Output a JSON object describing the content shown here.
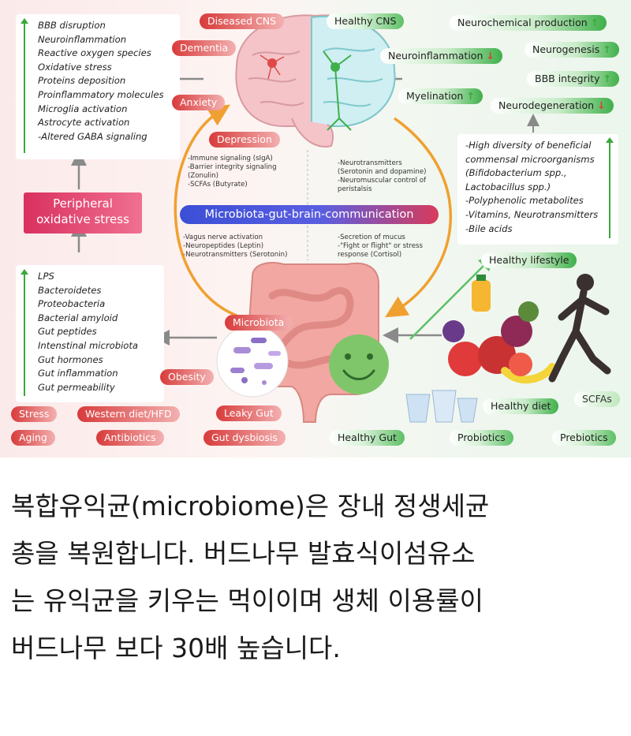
{
  "diagram": {
    "left_top_list": [
      "BBB disruption",
      "Neuroinflammation",
      "Reactive oxygen species",
      "Oxidative stress",
      "Proteins deposition",
      "Proinflammatory molecules",
      "Microglia activation",
      "Astrocyte activation",
      "-Altered GABA signaling"
    ],
    "peripheral_box": [
      "Peripheral",
      "oxidative stress"
    ],
    "left_bottom_list": [
      "LPS",
      "Bacteroidetes",
      "Proteobacteria",
      "Bacterial amyloid",
      "Gut peptides",
      "Intenstinal microbiota",
      "Gut hormones",
      "Gut inflammation",
      "Gut permeability"
    ],
    "diseased_labels": {
      "diseased_cns": "Diseased CNS",
      "dementia": "Dementia",
      "anxiety": "Anxiety",
      "depression": "Depression",
      "microbiota": "Microbiota",
      "obesity": "Obesity",
      "leaky_gut": "Leaky Gut",
      "gut_dysbiosis": "Gut dysbiosis",
      "stress": "Stress",
      "aging": "Aging",
      "western_diet": "Western diet/HFD",
      "antibiotics": "Antibiotics"
    },
    "healthy_labels": {
      "healthy_cns": "Healthy CNS",
      "neurochemical": "Neurochemical production",
      "neurogenesis": "Neurogenesis",
      "neuroinflammation": "Neuroinflammation",
      "bbb_integrity": "BBB integrity",
      "myelination": "Myelination",
      "neurodegeneration": "Neurodegeneration",
      "healthy_lifestyle": "Healthy lifestyle",
      "healthy_diet": "Healthy diet",
      "scfas": "SCFAs",
      "healthy_gut": "Healthy Gut",
      "probiotics": "Probiotics",
      "prebiotics": "Prebiotics"
    },
    "mid_left_top": [
      "-Immune signaling (sIgA)",
      "-Barrier integrity signaling",
      "(Zonulin)",
      "-SCFAs (Butyrate)"
    ],
    "mid_right_top": [
      "-Neurotransmitters",
      "(Serotonin and dopamine)",
      "-Neuromuscular control of",
      "peristalsis"
    ],
    "banner": "Microbiota-gut-brain-communication",
    "mid_left_bottom": [
      "-Vagus nerve activation",
      "-Neuropeptides (Leptin)",
      "-Neurotransmitters (Serotonin)"
    ],
    "mid_right_bottom": [
      "-Secretion of mucus",
      "-\"Fight or flight\" or stress",
      "response (Cortisol)"
    ],
    "right_list": [
      "-High diversity of beneficial",
      "commensal microorganisms",
      "(Bifidobacterium spp.,",
      "Lactobacillus spp.)",
      "-Polyphenolic metabolites",
      "-Vitamins, Neurotransmitters",
      "-Bile acids"
    ],
    "colors": {
      "diseased": "#e04848",
      "healthy": "#3fb04a",
      "arrow_orange": "#f0a030",
      "banner_blue": "#3b4fd6"
    }
  },
  "caption": {
    "lines": [
      "복합유익균(microbiome)은 장내 정생세균",
      "총을 복원합니다. 버드나무 발효식이섬유소",
      "는 유익균을 키우는 먹이이며 생체 이용률이",
      "버드나무 보다 30배 높습니다."
    ]
  }
}
